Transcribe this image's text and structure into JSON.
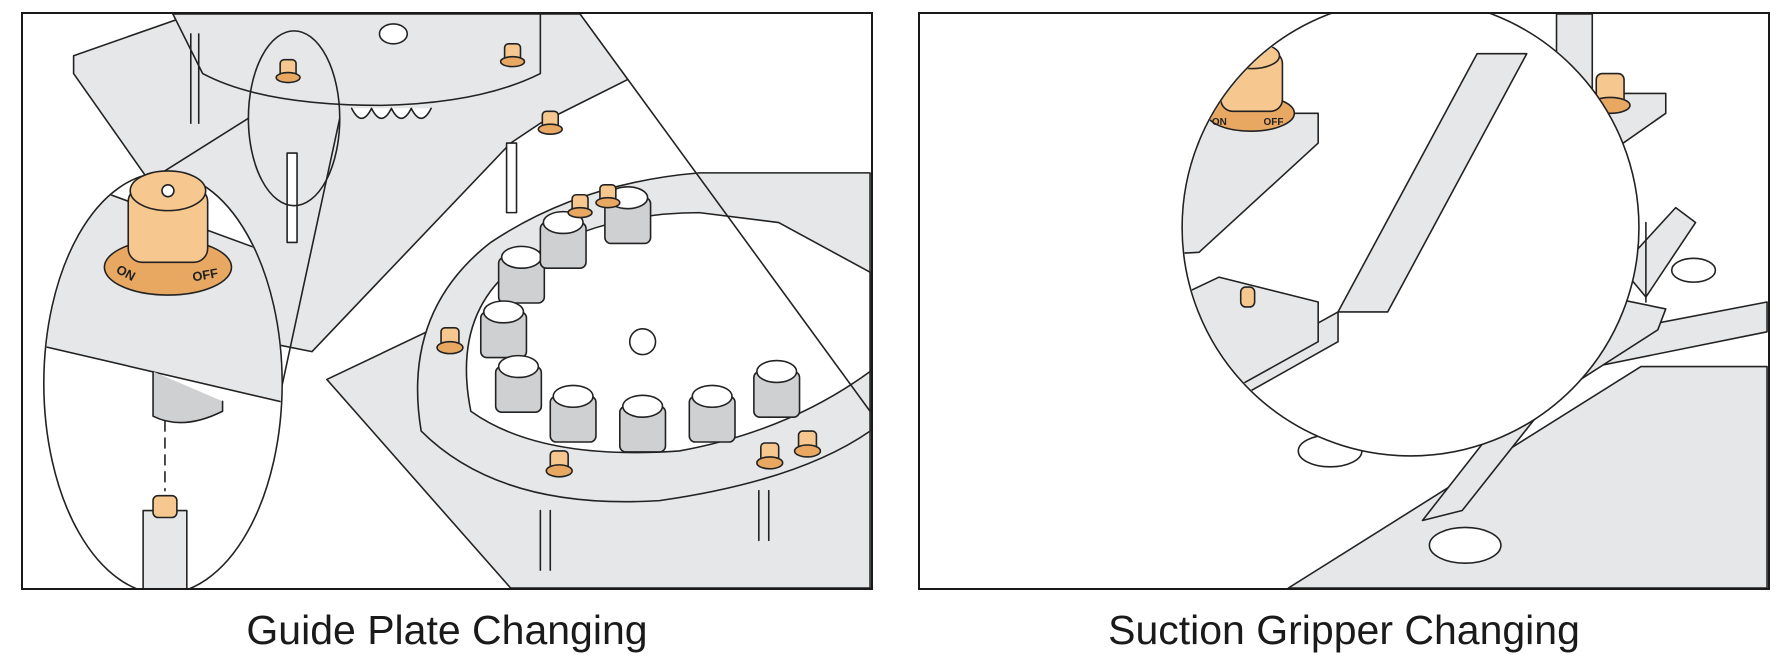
{
  "captions": {
    "left": "Guide Plate Changing",
    "right": "Suction Gripper Changing"
  },
  "knob_marking": {
    "on": "ON",
    "off": "OFF"
  },
  "colors": {
    "plate_gray": "#e6e7e8",
    "knob_orange": "#f6c78f",
    "knob_orange_dark": "#e9a862",
    "outline": "#222222"
  }
}
